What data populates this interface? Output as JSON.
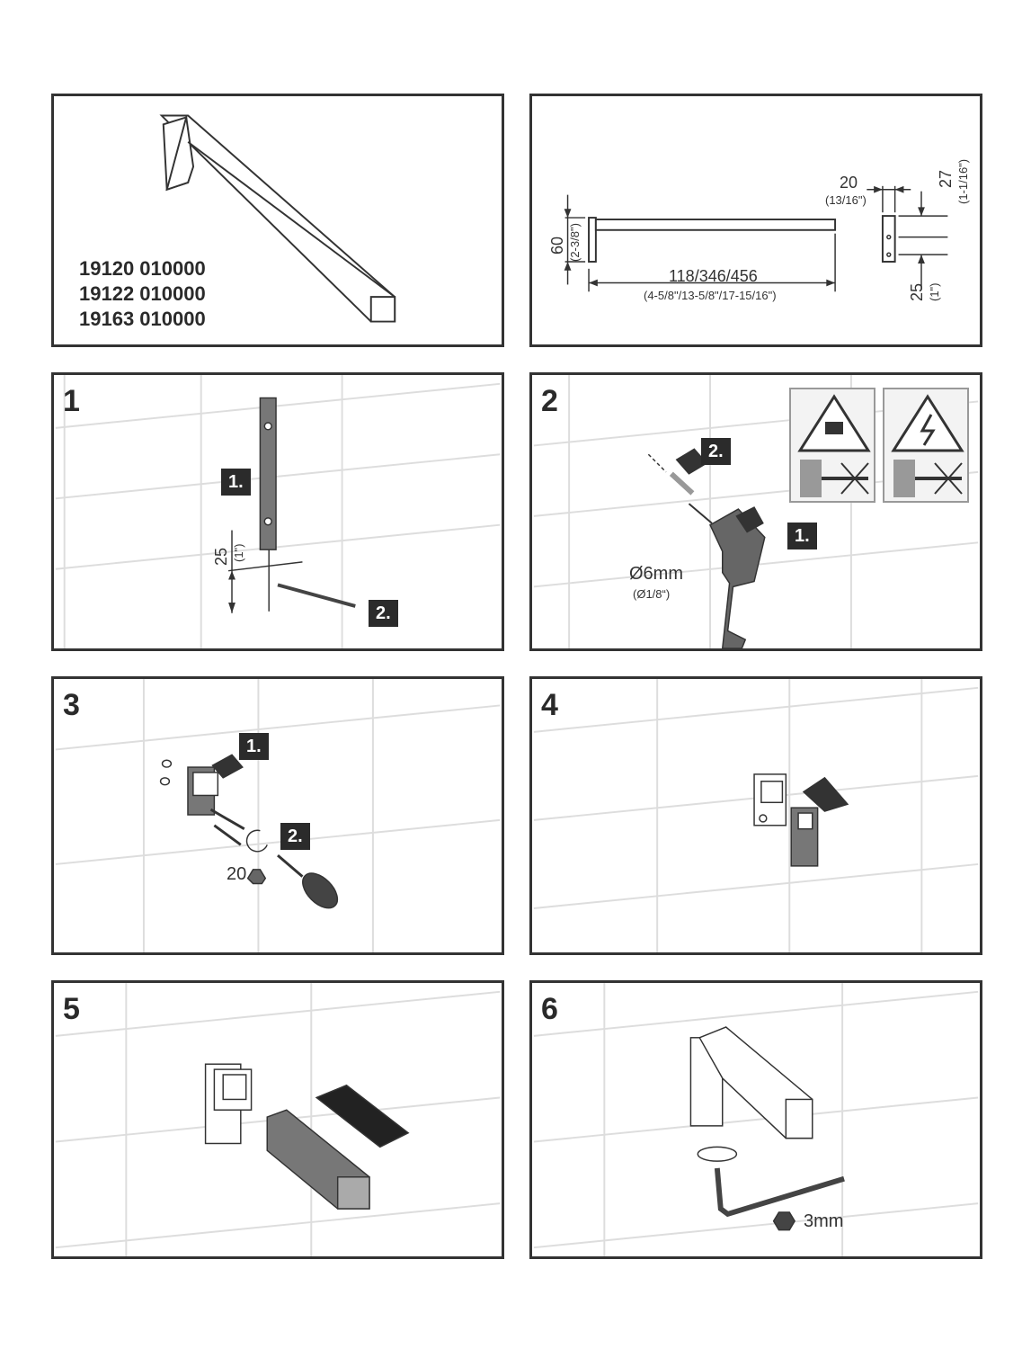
{
  "product": {
    "models": [
      "19120 010000",
      "19122 010000",
      "19163 010000"
    ]
  },
  "dimensions": {
    "height_mm": "60",
    "height_in": "(2-3/8\")",
    "length_mm": "118/346/456",
    "length_in": "(4-5/8\"/13-5/8\"/17-15/16\")",
    "depth_mm": "20",
    "depth_in": "(13/16\")",
    "top_mm": "27",
    "top_in": "(1-1/16\")",
    "bottom_mm": "25",
    "bottom_in": "(1\")"
  },
  "steps": [
    {
      "number": "1",
      "badges": [
        "1.",
        "2."
      ],
      "measure_mm": "25",
      "measure_in": "(1\")"
    },
    {
      "number": "2",
      "badges": [
        "2.",
        "1."
      ],
      "drill_mm": "Ø6mm",
      "drill_in": "(Ø1/8“)"
    },
    {
      "number": "3",
      "badges": [
        "1.",
        "2."
      ],
      "torx": "20"
    },
    {
      "number": "4"
    },
    {
      "number": "5"
    },
    {
      "number": "6",
      "hex": "3mm"
    }
  ]
}
